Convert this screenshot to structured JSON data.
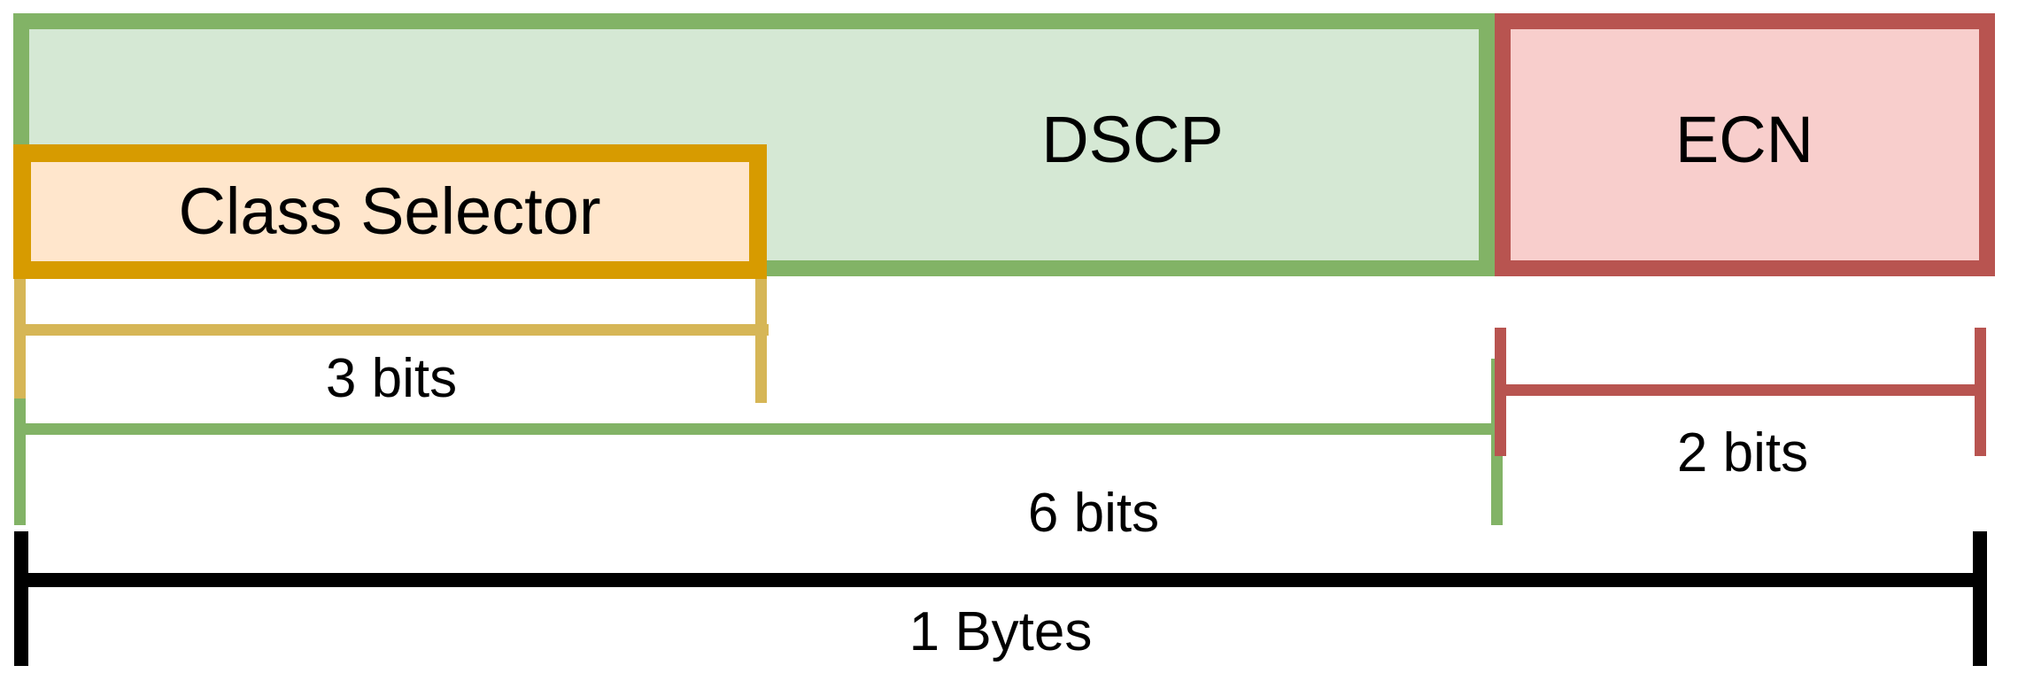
{
  "diagram": {
    "description": "IP ToS byte field layout diagram",
    "background": "#ffffff",
    "text_color": "#000000"
  },
  "boxes": {
    "dscp": {
      "label": "DSCP",
      "fill": "#d5e8d4",
      "stroke": "#82b366",
      "bits": 6
    },
    "class_selector": {
      "label": "Class Selector",
      "fill": "#ffe6cc",
      "stroke": "#d79b00",
      "bits": 3
    },
    "ecn": {
      "label": "ECN",
      "fill": "#f8cecc",
      "stroke": "#b85450",
      "bits": 2
    }
  },
  "measurements": {
    "bits3": {
      "label": "3 bits",
      "color": "#d6b656",
      "measures": "class_selector"
    },
    "bits6": {
      "label": "6 bits",
      "color": "#82b366",
      "measures": "dscp"
    },
    "bits2": {
      "label": "2 bits",
      "color": "#b85450",
      "measures": "ecn"
    },
    "bytes1": {
      "label": "1 Bytes",
      "color": "#000000",
      "measures": "whole_byte"
    }
  }
}
